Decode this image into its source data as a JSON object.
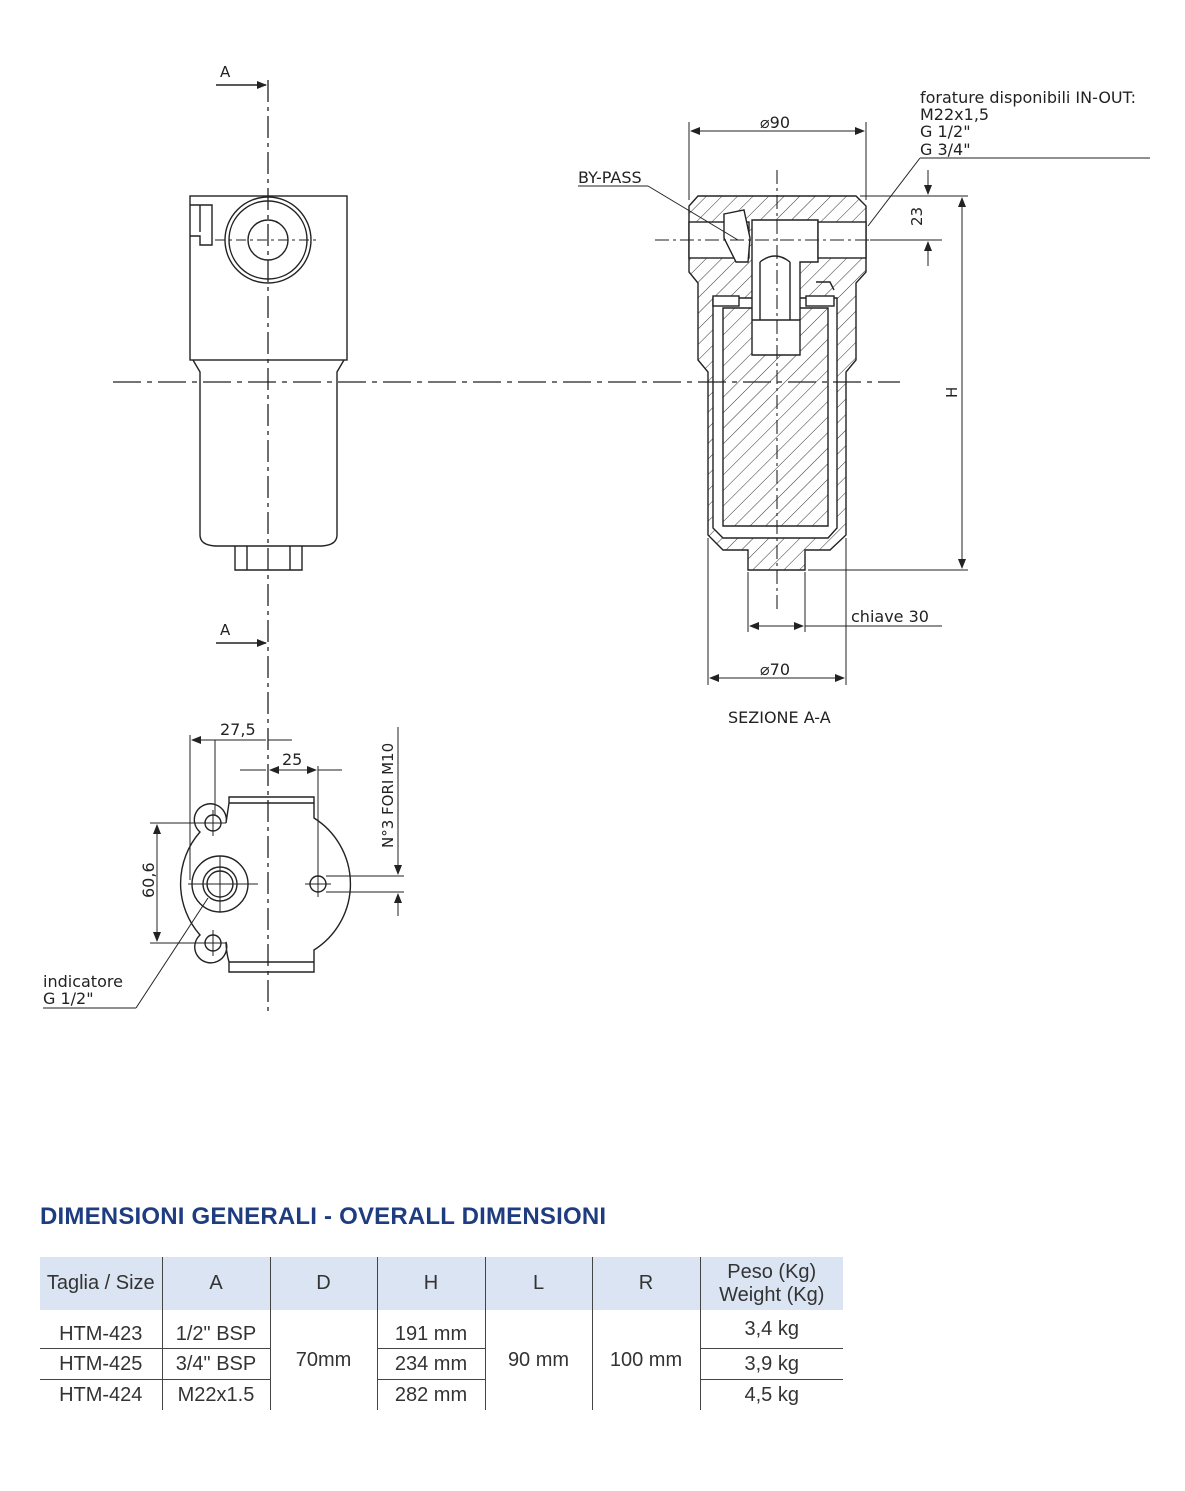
{
  "drawing": {
    "section_mark": "A",
    "section_mark_bottom": "A",
    "dim_d90": "⌀90",
    "dim_d70": "⌀70",
    "dim_23": "23",
    "dim_h": "H",
    "bypass_label": "BY-PASS",
    "ports_label_line1": "forature disponibili IN-OUT:",
    "ports_label_line2": "M22x1,5",
    "ports_label_line3": "G 1/2\"",
    "ports_label_line4": "G 3/4\"",
    "wrench_label": "chiave 30",
    "section_caption": "SEZIONE A-A",
    "dim_27_5": "27,5",
    "dim_25": "25",
    "dim_60_6": "60,6",
    "holes_label": "N°3 FORI M10",
    "indicator_line1": "indicatore",
    "indicator_line2": "G 1/2\""
  },
  "colors": {
    "title_blue": "#1e3d80",
    "header_bg": "#dbe4f2",
    "line": "#222222"
  },
  "specs": {
    "title": "DIMENSIONI GENERALI - OVERALL DIMENSIONI",
    "headers": {
      "size": "Taglia / Size",
      "a": "A",
      "d": "D",
      "h": "H",
      "l": "L",
      "r": "R",
      "weight_it": "Peso (Kg)",
      "weight_en": "Weight (Kg)"
    },
    "rows": [
      {
        "size": "HTM-423",
        "a": "1/2\" BSP",
        "h": "191 mm",
        "weight": "3,4 kg"
      },
      {
        "size": "HTM-425",
        "a": "3/4\" BSP",
        "h": "234 mm",
        "weight": "3,9 kg"
      },
      {
        "size": "HTM-424",
        "a": "M22x1.5",
        "h": "282 mm",
        "weight": "4,5 kg"
      }
    ],
    "shared": {
      "d": "70mm",
      "l": "90 mm",
      "r": "100 mm"
    }
  }
}
